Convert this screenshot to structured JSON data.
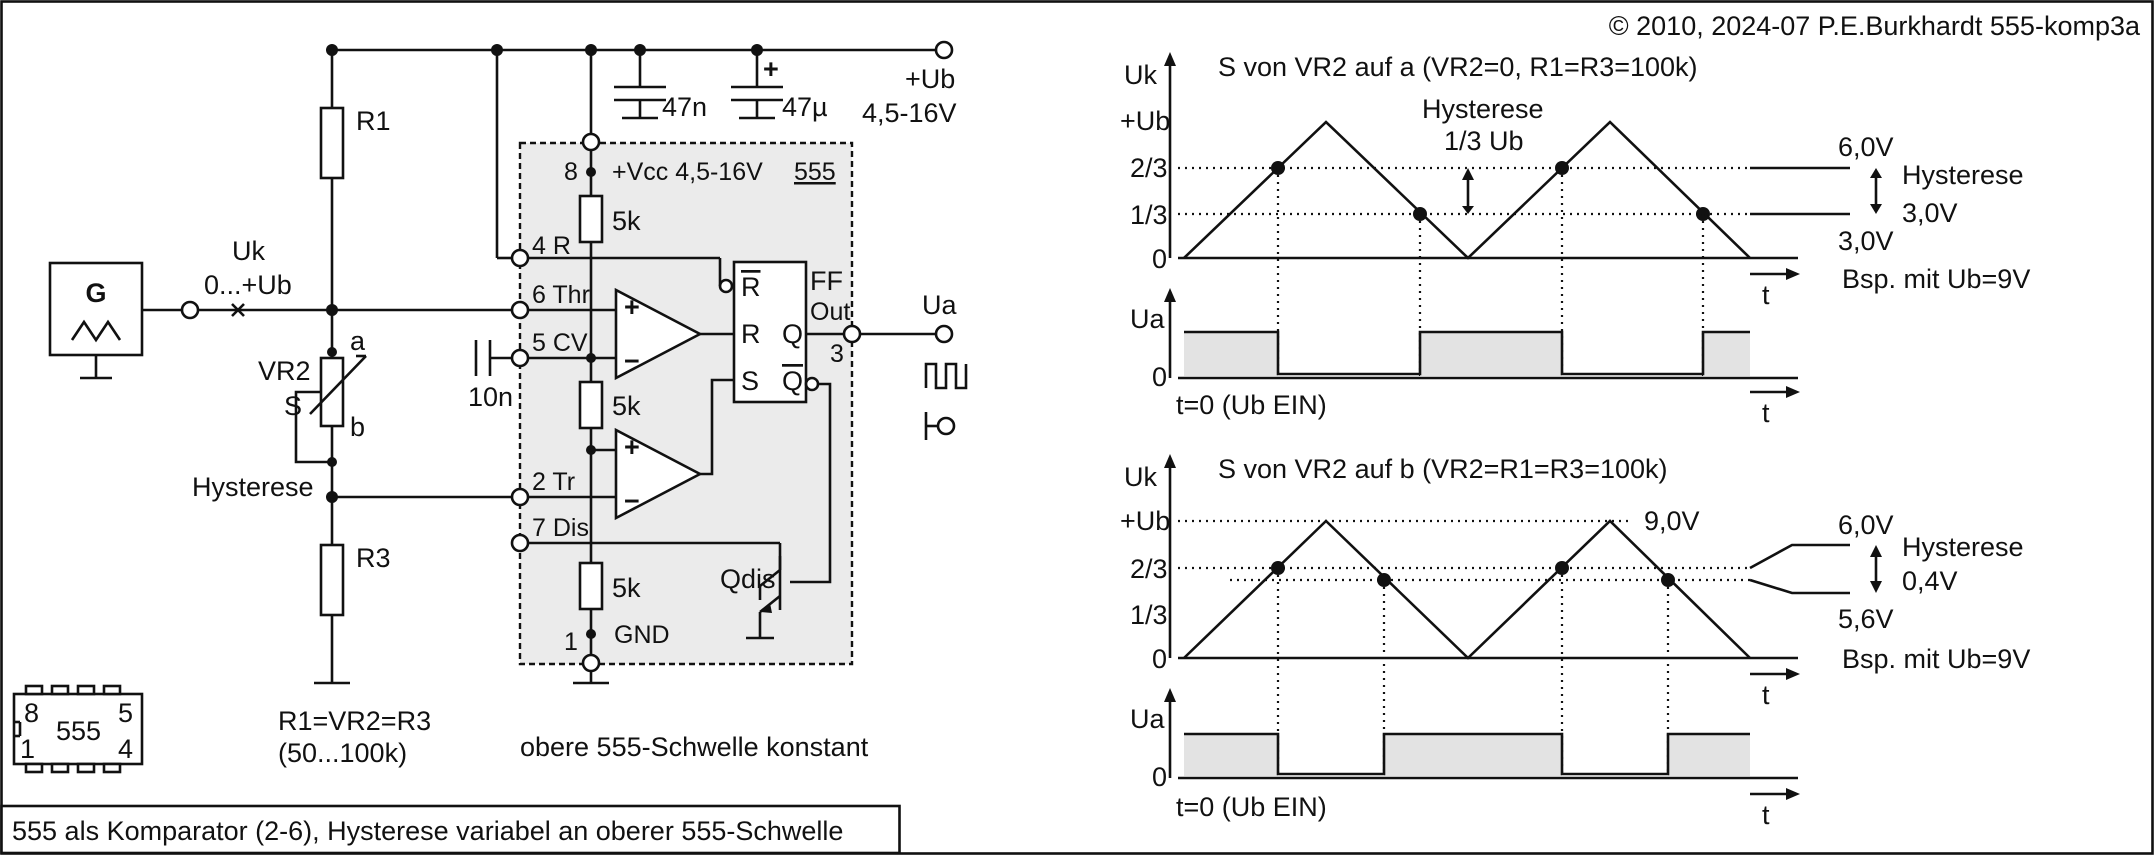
{
  "copyright": "© 2010, 2024-07 P.E.Burkhardt 555-komp3a",
  "caption": "555 als Komparator (2-6), Hysterese variabel an oberer 555-Schwelle",
  "circuit": {
    "generator": "G",
    "uk_label": "Uk",
    "uk_range": "0...+Ub",
    "r1": "R1",
    "r3": "R3",
    "vr2": "VR2",
    "wiper": "S",
    "pos_a": "a",
    "pos_b": "b",
    "hysterese": "Hysterese",
    "c47n": "47n",
    "c47u": "47µ",
    "ub": "+Ub",
    "ub_range": "4,5-16V",
    "c10n": "10n",
    "ua": "Ua",
    "pin8": "8",
    "vcc": "+Vcc  4,5-16V",
    "ic": "555",
    "r5k": "5k",
    "pin4": "4 R",
    "pin6": "6 Thr",
    "pin5": "5 CV",
    "pin2": "2 Tr",
    "pin7": "7 Dis",
    "pin1": "1",
    "gnd": "GND",
    "ff": "FF",
    "ff_rbar": "R",
    "ff_r": "R",
    "ff_s": "S",
    "ff_q": "Q",
    "ff_qbar": "Q",
    "out": "Out",
    "pin3": "3",
    "qdis": "Qdis",
    "plus": "+",
    "minus": "−",
    "resistor_note1": "R1=VR2=R3",
    "resistor_note2": "(50...100k)",
    "threshold_note": "obere 555-Schwelle konstant",
    "chip_left_top": "8",
    "chip_left_bottom": "1",
    "chip_name": "555",
    "chip_right_top": "5",
    "chip_right_bottom": "4"
  },
  "plots": {
    "top": {
      "title": "S von VR2 auf a (VR2=0, R1=R3=100k)",
      "y_axis": "Uk",
      "ticks": [
        "+Ub",
        "2/3",
        "1/3",
        "0"
      ],
      "hyst_label": "Hysterese",
      "hyst_value": "1/3 Ub",
      "t_label": "t",
      "level_high": "6,0V",
      "level_low": "3,0V",
      "level_low2": "3,0V",
      "right_hyst": "Hysterese",
      "example": "Bsp. mit Ub=9V",
      "ua_axis": "Ua",
      "ua_zero": "0",
      "t0": "t=0 (Ub EIN)",
      "t_label2": "t"
    },
    "bottom": {
      "title": "S von VR2 auf b (VR2=R1=R3=100k)",
      "y_axis": "Uk",
      "ticks": [
        "+Ub",
        "2/3",
        "1/3",
        "0"
      ],
      "peak": "9,0V",
      "t_label": "t",
      "level_high": "6,0V",
      "level_low": "5,6V",
      "right_hyst": "Hysterese",
      "right_hyst_value": "0,4V",
      "example": "Bsp. mit Ub=9V",
      "ua_axis": "Ua",
      "ua_zero": "0",
      "t0": "t=0 (Ub EIN)",
      "t_label2": "t"
    }
  }
}
